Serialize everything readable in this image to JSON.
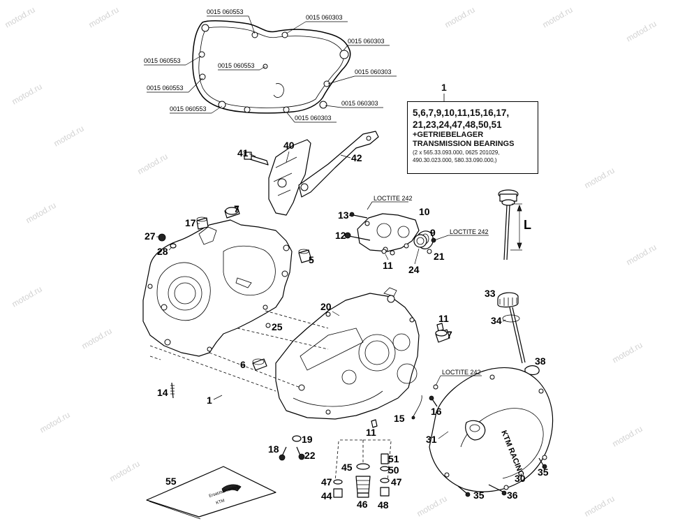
{
  "watermark": "motod.ru",
  "gasket_labels": [
    "0015 060553",
    "0015 060303",
    "0015 060303",
    "0015 060553",
    "0015 060553",
    "0015 060303",
    "0015 060553",
    "0015 060303",
    "0015 060553",
    "0015 060303"
  ],
  "kit": {
    "number": "1",
    "line1": "5,6,7,9,10,11,15,16,17,",
    "line2": "21,23,24,47,48,50,51",
    "line3": "+GETRIEBELAGER",
    "line4": "TRANSMISSION BEARINGS",
    "line5": "(2 x 565.33.093.000, 0625 201029,",
    "line6": "490.30.023.000, 580.33.090.000,)"
  },
  "loctite": [
    "LOCTITE 242",
    "LOCTITE 242",
    "LOCTITE 242"
  ],
  "dimension_label": "L",
  "part_numbers": [
    "40",
    "41",
    "42",
    "7",
    "17",
    "27",
    "28",
    "5",
    "13",
    "12",
    "10",
    "9",
    "11",
    "24",
    "21",
    "25",
    "20",
    "7",
    "11",
    "33",
    "34",
    "38",
    "6",
    "14",
    "1",
    "15",
    "16",
    "31",
    "19",
    "18",
    "22",
    "11",
    "45",
    "51",
    "50",
    "47",
    "44",
    "46",
    "47",
    "48",
    "30",
    "35",
    "35",
    "36",
    "55"
  ],
  "manual_cover_text": [
    "Ersatzteilkatalog",
    "KTM"
  ],
  "cover_logo": "KTM RACING"
}
